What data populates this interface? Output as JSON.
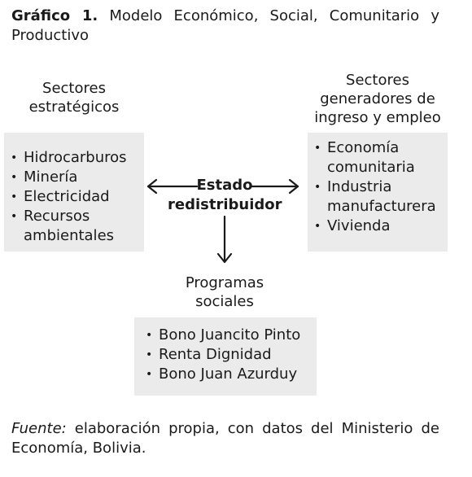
{
  "title": {
    "label": "Gráfico 1.",
    "text": "Modelo Económico, Social, Comunitario y Productivo"
  },
  "left": {
    "heading_lines": [
      "Sectores",
      "estratégicos"
    ],
    "items": [
      [
        "Hidrocarburos"
      ],
      [
        "Minería"
      ],
      [
        "Electricidad"
      ],
      [
        "Recursos",
        "ambientales"
      ]
    ]
  },
  "right": {
    "heading_lines": [
      "Sectores",
      "generadores de",
      "ingreso y empleo"
    ],
    "items": [
      [
        "Economía",
        "comunitaria"
      ],
      [
        "Industria",
        "manufacturera"
      ],
      [
        "Vivienda"
      ]
    ]
  },
  "center": {
    "label_lines": [
      "Estado",
      "redistribuidor"
    ]
  },
  "bottom": {
    "heading_lines": [
      "Programas",
      "sociales"
    ],
    "items": [
      [
        "Bono Juancito Pinto"
      ],
      [
        "Renta Dignidad"
      ],
      [
        "Bono Juan Azurduy"
      ]
    ]
  },
  "source": {
    "label": "Fuente:",
    "text": "elaboración propia, con datos del Ministerio de Economía, Bolivia."
  }
}
